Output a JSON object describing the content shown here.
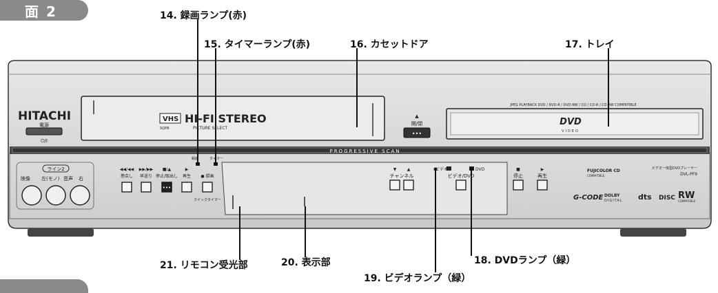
{
  "section": {
    "tab_label": "面 2"
  },
  "callouts": [
    {
      "id": "c14",
      "label": "14. 録画ランプ(赤)"
    },
    {
      "id": "c15",
      "label": "15. タイマーランプ(赤)"
    },
    {
      "id": "c16",
      "label": "16. カセットドア"
    },
    {
      "id": "c17",
      "label": "17. トレイ"
    },
    {
      "id": "c18",
      "label": "18. DVDランプ（緑）"
    },
    {
      "id": "c19",
      "label": "19. ビデオランプ（緑）"
    },
    {
      "id": "c20",
      "label": "20. 表示部"
    },
    {
      "id": "c21",
      "label": "21. リモコン受光部"
    }
  ],
  "device": {
    "brand": "HITACHI",
    "power_label": "電源",
    "power_symbol": "⏻/I",
    "vhs_logo": "VHS",
    "hifi_logo": "HI-FI STEREO",
    "sqpb": "SQPB",
    "picture_select": "PICTURE SELECT",
    "progressive": "PROGRESSIVE SCAN",
    "jpeg_text": "JPEG PLAYBACK DVD / DVD-R / DVD-RW / CD / CD-R / CD-RW COMPATIBLE",
    "dvd_logo": "DVD",
    "dvd_sub": "VIDEO",
    "open_close_symbol": "▲",
    "open_close_label": "開/閉",
    "line_label": "ライン2",
    "input_labels": [
      "映像",
      "左(モノ)",
      "音声",
      "右"
    ],
    "vcr_symbols": [
      "◀◀/◀◀",
      "▶▶/▶▶",
      "■/▲",
      "▶",
      "● 録画"
    ],
    "vcr_buttons": [
      "巻戻し",
      "早送り",
      "停止/取出し",
      "再生",
      "● 録画"
    ],
    "rec_lamp_label": "録画",
    "timer_lamp_label": "タイマー",
    "quick_timer": "クイックタイマー",
    "channel_arrows": [
      "▼",
      "▲"
    ],
    "channel_label": "チャンネル",
    "video_label": "ビデオ",
    "dvd_lamp_label": "DVD",
    "video_dvd_button": "ビデオ/DVD",
    "dvd_stop_symbol": "■",
    "dvd_stop": "停止",
    "dvd_play_symbol": "▶",
    "dvd_play": "再生",
    "fujicolor": "FUJICOLOR CD",
    "compatible": "COMPATIBLE",
    "model_desc": "ビデオ一体型DVDプレーヤー",
    "model": "DVL-PF9",
    "gcode": "G-CODE",
    "dolby": "DOLBY",
    "digital": "DIGITAL",
    "dts": "dts",
    "cd_logo": "DISC",
    "rw": "RW",
    "rw_sub": "COMPATIBLE"
  }
}
